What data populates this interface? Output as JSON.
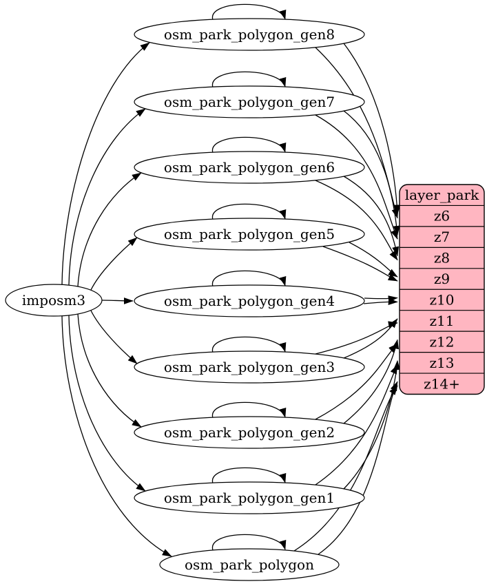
{
  "diagram": {
    "type": "etl-graph",
    "source_node": {
      "label": "imposm3"
    },
    "tables": [
      {
        "label": "osm_park_polygon_gen8",
        "imports_from": "imposm3",
        "self_update": true,
        "feeds_zoom": "z6",
        "edges_to_zoom": 2
      },
      {
        "label": "osm_park_polygon_gen7",
        "imports_from": "imposm3",
        "self_update": true,
        "feeds_zoom": "z7",
        "edges_to_zoom": 2
      },
      {
        "label": "osm_park_polygon_gen6",
        "imports_from": "imposm3",
        "self_update": true,
        "feeds_zoom": "z8",
        "edges_to_zoom": 2
      },
      {
        "label": "osm_park_polygon_gen5",
        "imports_from": "imposm3",
        "self_update": true,
        "feeds_zoom": "z9",
        "edges_to_zoom": 2
      },
      {
        "label": "osm_park_polygon_gen4",
        "imports_from": "imposm3",
        "self_update": true,
        "feeds_zoom": "z10",
        "edges_to_zoom": 2
      },
      {
        "label": "osm_park_polygon_gen3",
        "imports_from": "imposm3",
        "self_update": true,
        "feeds_zoom": "z11",
        "edges_to_zoom": 2
      },
      {
        "label": "osm_park_polygon_gen2",
        "imports_from": "imposm3",
        "self_update": true,
        "feeds_zoom": "z12",
        "edges_to_zoom": 2
      },
      {
        "label": "osm_park_polygon_gen1",
        "imports_from": "imposm3",
        "self_update": true,
        "feeds_zoom": "z13",
        "edges_to_zoom": 2
      },
      {
        "label": "osm_park_polygon",
        "imports_from": "imposm3",
        "self_update": true,
        "feeds_zoom": "z14+",
        "edges_to_zoom": 2
      }
    ],
    "layer_node": {
      "title": "layer_park",
      "rows": [
        "z6",
        "z7",
        "z8",
        "z9",
        "z10",
        "z11",
        "z12",
        "z13",
        "z14+"
      ]
    },
    "colors": {
      "layer_fill": "#ffb6c1",
      "table_fill": "#ffffff",
      "stroke": "#000000",
      "background": "#ffffff"
    }
  }
}
